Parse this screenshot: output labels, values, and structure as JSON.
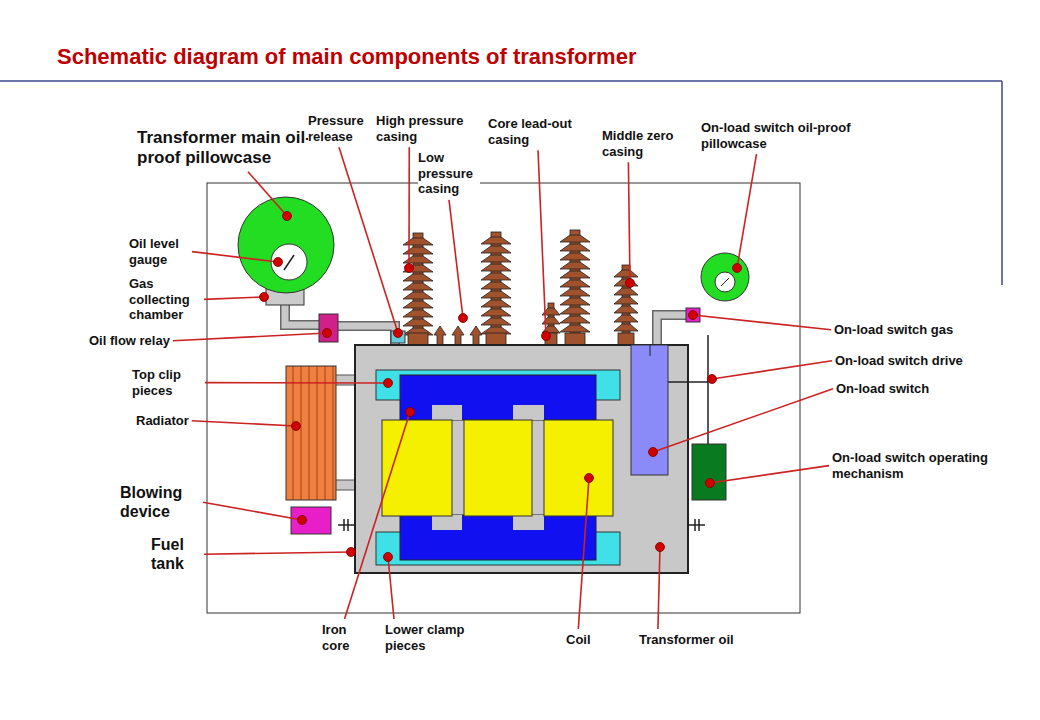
{
  "diagram": {
    "title": "Schematic diagram of main components of transformer",
    "labels": [
      "Transformer main oil-proof pillowcase",
      "Pressure release",
      "High pressure casing",
      "Low pressure casing",
      "Core lead-out casing",
      "Middle zero casing",
      "On-load switch oil-proof pillowcase",
      "Oil level gauge",
      "Gas collecting chamber",
      "Oil flow relay",
      "Top clip pieces",
      "Radiator",
      "Blowing device",
      "Fuel tank",
      "On-load switch gas",
      "On-load switch drive",
      "On-load switch",
      "On-load switch operating mechanism",
      "Iron core",
      "Lower clamp pieces",
      "Coil",
      "Transformer oil"
    ]
  }
}
